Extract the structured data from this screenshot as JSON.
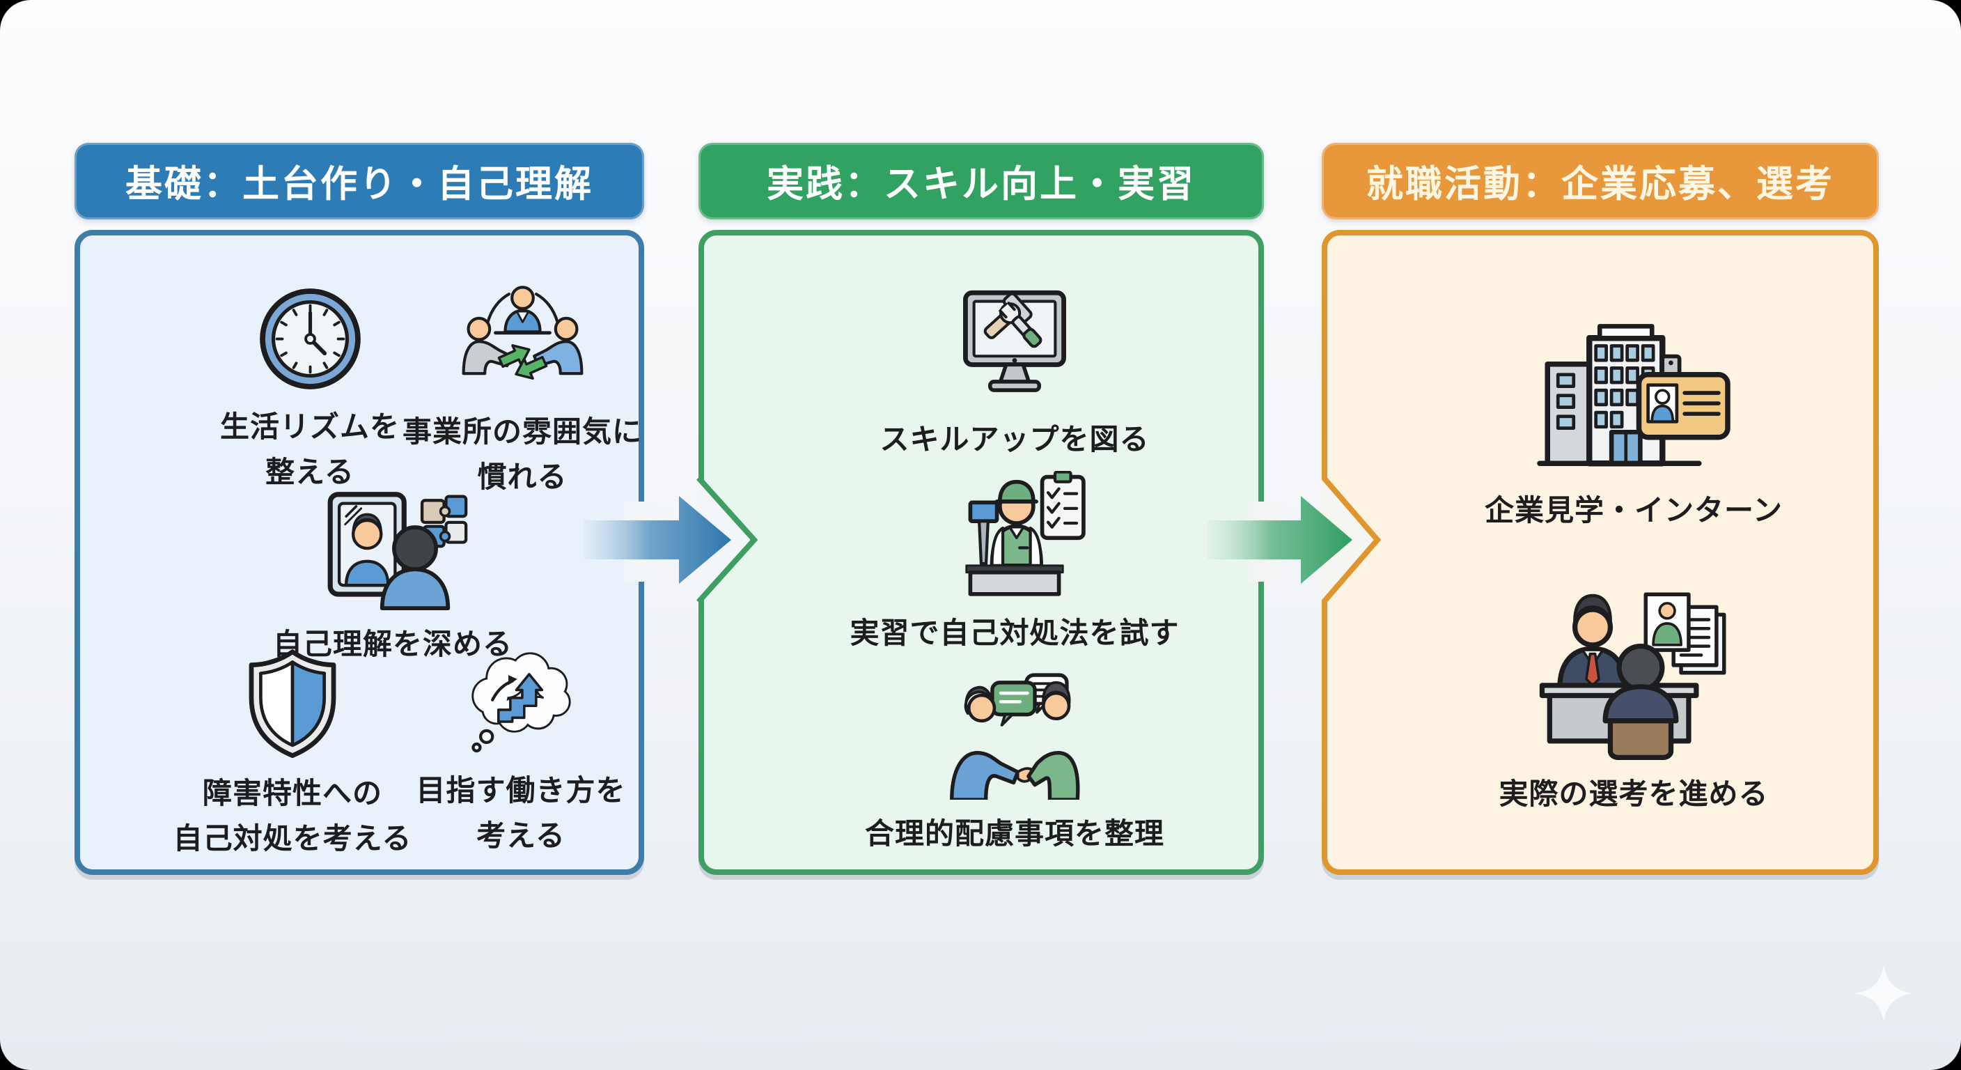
{
  "stages": [
    {
      "id": "foundation",
      "header": "基礎：土台作り・自己理解",
      "accent": "#2e7cb5",
      "panel_bg": "#e9f2fa",
      "panel_border": "#3e7ca9",
      "items": [
        {
          "icon": "clock-icon",
          "lines": [
            "生活リズムを",
            "整える"
          ]
        },
        {
          "icon": "people-group-icon",
          "lines": [
            "事業所の雰囲気に",
            "慣れる"
          ]
        },
        {
          "icon": "mirror-self-icon",
          "lines": [
            "自己理解を深める"
          ]
        },
        {
          "icon": "shield-icon",
          "lines": [
            "障害特性への",
            "自己対処を考える"
          ]
        },
        {
          "icon": "thought-cloud-icon",
          "lines": [
            "目指す働き方を",
            "考える"
          ]
        }
      ]
    },
    {
      "id": "practice",
      "header": "実践：スキル向上・実習",
      "accent": "#31a261",
      "panel_bg": "#e9f6ee",
      "panel_border": "#3f9e63",
      "items": [
        {
          "icon": "monitor-tools-icon",
          "lines": [
            "スキルアップを図る"
          ]
        },
        {
          "icon": "worker-training-icon",
          "lines": [
            "実習で自己対処法を試す"
          ]
        },
        {
          "icon": "discussion-icon",
          "lines": [
            "合理的配慮事項を整理"
          ]
        }
      ]
    },
    {
      "id": "job-hunting",
      "header": "就職活動：企業応募、選考",
      "accent": "#e8973a",
      "panel_bg": "#fdf3e2",
      "panel_border": "#e0962e",
      "items": [
        {
          "icon": "company-building-icon",
          "lines": [
            "企業見学・インターン"
          ]
        },
        {
          "icon": "interview-icon",
          "lines": [
            "実際の選考を進める"
          ]
        }
      ]
    }
  ],
  "arrows": [
    {
      "from": "基礎",
      "to": "実践",
      "color": "#2e76ac"
    },
    {
      "from": "実践",
      "to": "就職活動",
      "color": "#2f9e62"
    }
  ],
  "decorations": {
    "sparkle_color": "#ffffff"
  }
}
